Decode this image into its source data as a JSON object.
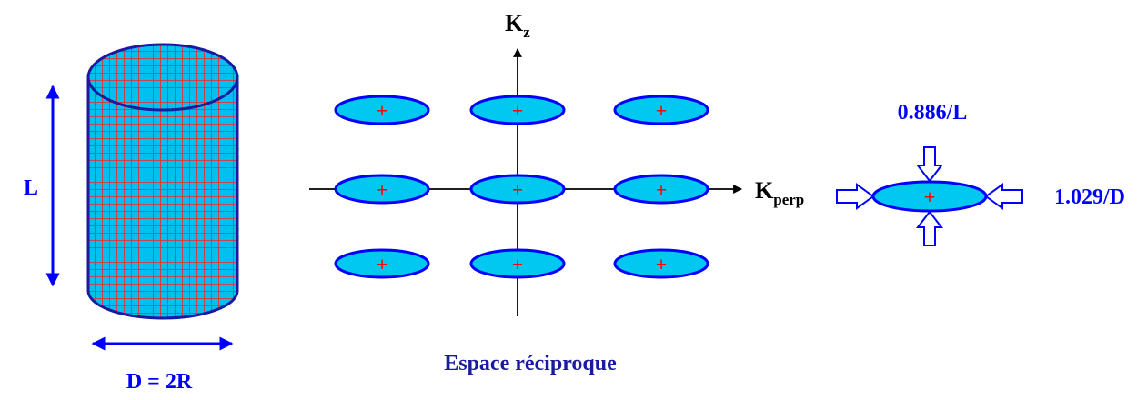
{
  "cylinder": {
    "height_label": "L",
    "diameter_label": "D = 2R"
  },
  "reciprocal": {
    "axis_z_label_base": "K",
    "axis_z_label_sub": "z",
    "axis_perp_label_base": "K",
    "axis_perp_label_sub": "perp",
    "caption": "Espace réciproque",
    "marker": "+"
  },
  "detail": {
    "vertical_width_label": "0.886/L",
    "horizontal_width_label": "1.029/D"
  },
  "colors": {
    "blue": "#0000ff",
    "navy": "#1a1aa0",
    "cyan": "#00c8f0",
    "red": "#ff0000",
    "black": "#000000"
  }
}
